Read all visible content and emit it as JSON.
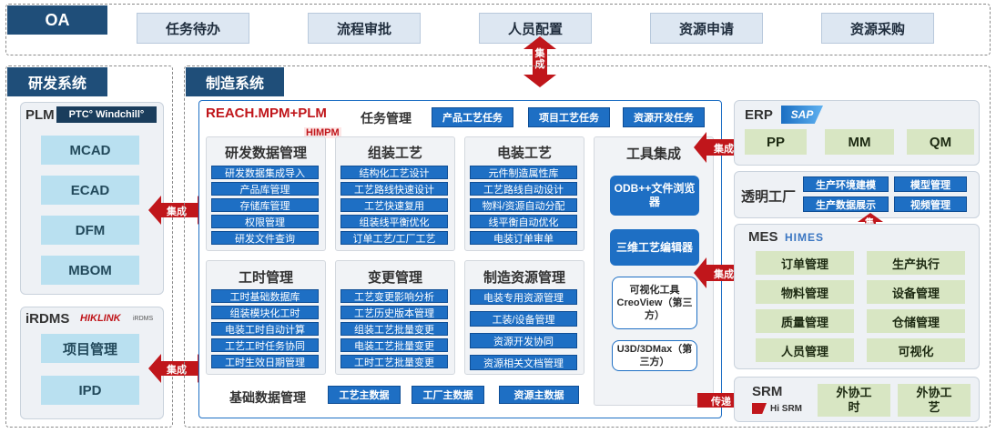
{
  "oa": {
    "title": "OA",
    "items": [
      "任务待办",
      "流程审批",
      "人员配置",
      "资源申请",
      "资源采购"
    ]
  },
  "rd": {
    "title": "研发系统",
    "plm_label": "PLM",
    "plm_logo": "PTC° Windchill°",
    "plm_items": [
      "MCAD",
      "ECAD",
      "DFM",
      "MBOM"
    ],
    "irdms_label": "iRDMS",
    "irdms_logo_a": "HIKLINK",
    "irdms_logo_b": "iRDMS",
    "irdms_items": [
      "项目管理",
      "IPD"
    ]
  },
  "mfg": {
    "title": "制造系统",
    "reach_title": "REACH.MPM+PLM",
    "himpm": "HIMPM",
    "task_label": "任务管理",
    "task_items": [
      "产品工艺任务",
      "项目工艺任务",
      "资源开发任务"
    ],
    "rd_data": {
      "title": "研发数据管理",
      "items": [
        "研发数据集成导入",
        "产品库管理",
        "存储库管理",
        "权限管理",
        "研发文件查询"
      ]
    },
    "assembly": {
      "title": "组装工艺",
      "items": [
        "结构化工艺设计",
        "工艺路线快速设计",
        "工艺快速复用",
        "组装线平衡优化",
        "订单工艺/工厂工艺"
      ]
    },
    "electrical": {
      "title": "电装工艺",
      "items": [
        "元件制造属性库",
        "工艺路线自动设计",
        "物料/资源自动分配",
        "线平衡自动优化",
        "电装订单审单"
      ]
    },
    "hours": {
      "title": "工时管理",
      "items": [
        "工时基础数据库",
        "组装模块化工时",
        "电装工时自动计算",
        "工艺工时任务协同",
        "工时生效日期管理"
      ]
    },
    "change": {
      "title": "变更管理",
      "items": [
        "工艺变更影响分析",
        "工艺历史版本管理",
        "组装工艺批量变更",
        "电装工艺批量变更",
        "工时工艺批量变更"
      ]
    },
    "resource": {
      "title": "制造资源管理",
      "items": [
        "电装专用资源管理",
        "工装/设备管理",
        "资源开发协同",
        "资源相关文档管理"
      ]
    },
    "tools": {
      "title": "工具集成",
      "items": [
        "ODB++文件浏览器",
        "三维工艺编辑器",
        "可视化工具CreoView（第三方）",
        "U3D/3DMax（第三方）"
      ]
    },
    "base_label": "基础数据管理",
    "base_items": [
      "工艺主数据",
      "工厂主数据",
      "资源主数据"
    ]
  },
  "erp": {
    "label": "ERP",
    "logo": "SAP",
    "items": [
      "PP",
      "MM",
      "QM"
    ]
  },
  "transparent": {
    "label": "透明工厂",
    "items": [
      "生产环境建模",
      "模型管理",
      "生产数据展示",
      "视频管理"
    ]
  },
  "mes": {
    "label": "MES",
    "logo": "HIMES",
    "items": [
      "订单管理",
      "生产执行",
      "物料管理",
      "设备管理",
      "质量管理",
      "仓储管理",
      "人员管理",
      "可视化"
    ]
  },
  "srm": {
    "label": "SRM",
    "logo": "Hi SRM",
    "items": [
      "外协工时",
      "外协工艺"
    ]
  },
  "arrows": {
    "integrate": "集成",
    "transfer": "传递"
  },
  "colors": {
    "header": "#1f4e79",
    "accent_red": "#c0161b",
    "task_blue": "#1e6fc4",
    "module_green": "#d8e6c3",
    "module_teal": "#b9e0f0"
  }
}
